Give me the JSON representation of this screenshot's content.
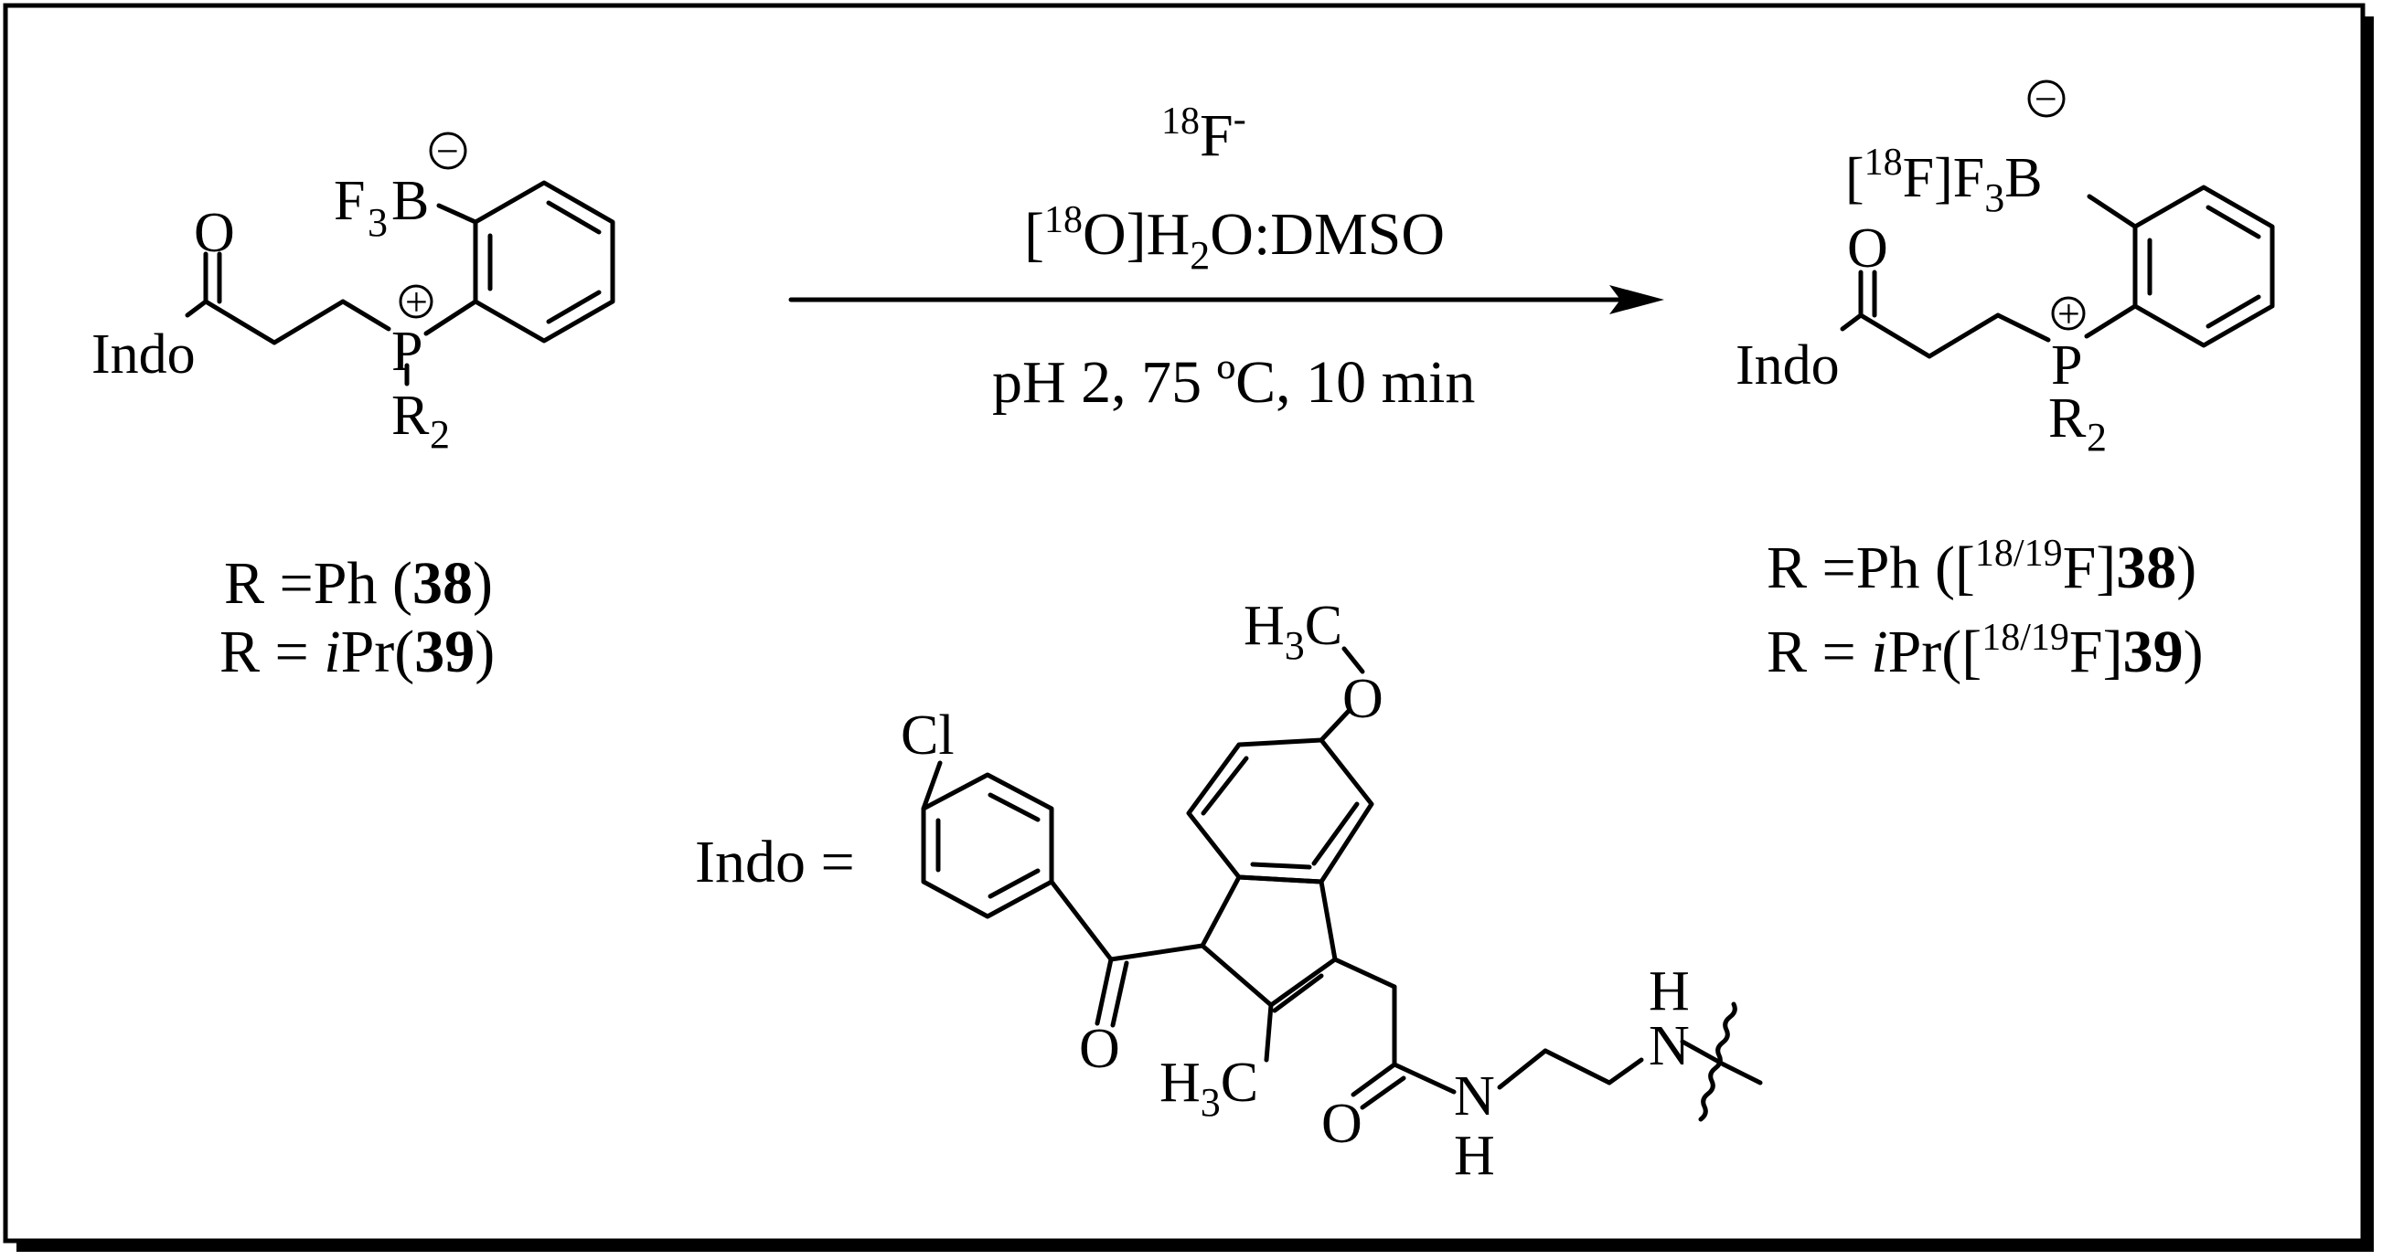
{
  "reactant": {
    "indo_label": "Indo",
    "oxygen": "O",
    "phosphorus": "P",
    "charge_plus": "+",
    "charge_minus": "−",
    "r2": "R",
    "r2_sub": "2",
    "bf3_f": "F",
    "bf3_sub": "3",
    "bf3_b": "B",
    "line1_prefix": "R =Ph (",
    "line1_compound": "38",
    "line1_suffix": ")",
    "line2_prefix": "R = ",
    "line2_italic": "i",
    "line2_mid": "Pr(",
    "line2_compound": "39",
    "line2_suffix": ")"
  },
  "conditions": {
    "reagent_sup": "18",
    "reagent_main": "F",
    "reagent_charge": "-",
    "solvent_open": "[",
    "solvent_sup": "18",
    "solvent_o": "O]H",
    "solvent_sub": "2",
    "solvent_rest": "O:DMSO",
    "below": "pH 2, 75 ºC, 10 min"
  },
  "product": {
    "indo_label": "Indo",
    "oxygen": "O",
    "phosphorus": "P",
    "charge_plus": "+",
    "charge_minus": "−",
    "r2": "R",
    "r2_sub": "2",
    "bf3_open": "[",
    "bf3_sup": "18",
    "bf3_f": "F]F",
    "bf3_sub": "3",
    "bf3_b": "B",
    "line1_prefix": "R =Ph ([",
    "line1_sup": "18/19",
    "line1_f": "F]",
    "line1_compound": "38",
    "line1_suffix": ")",
    "line2_prefix": "R = ",
    "line2_italic": "i",
    "line2_mid": "Pr([",
    "line2_sup": "18/19",
    "line2_f": "F]",
    "line2_compound": "39",
    "line2_suffix": ")"
  },
  "indo_definition": {
    "label": "Indo =",
    "chloro": "Cl",
    "methoxy_h": "H",
    "methoxy_sub": "3",
    "methoxy_c": "C",
    "methoxy_o": "O",
    "ketone_o": "O",
    "methyl_h": "H",
    "methyl_sub": "3",
    "methyl_c": "C",
    "amide_o": "O",
    "amide_n": "N",
    "amide_h": "H",
    "amine_h": "H",
    "amine_n": "N"
  }
}
